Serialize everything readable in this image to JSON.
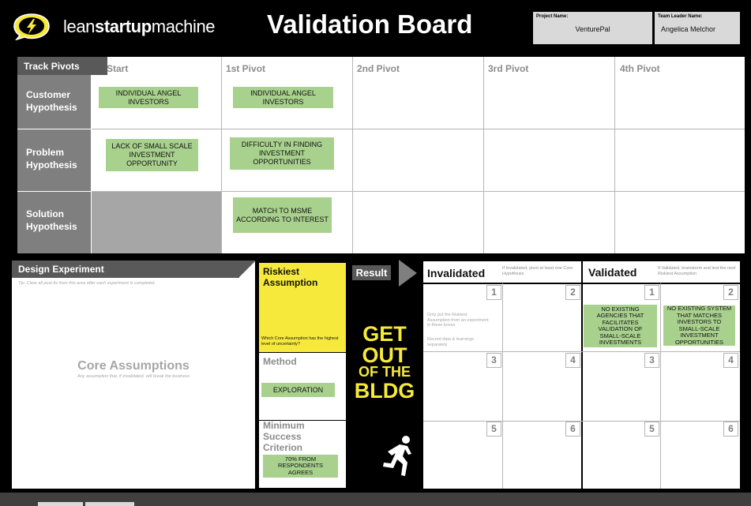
{
  "header": {
    "logo_prefix": "lean",
    "logo_bold": "startup",
    "logo_suffix": "machine",
    "title": "Validation Board",
    "project_label": "Project Name:",
    "project_value": "VenturePal",
    "leader_label": "Team Leader Name:",
    "leader_value": "Angelica Melchor"
  },
  "pivots": {
    "section_label": "Track Pivots",
    "columns": [
      "Start",
      "1st Pivot",
      "2nd Pivot",
      "3rd Pivot",
      "4th Pivot"
    ],
    "rows": [
      {
        "label_line1": "Customer",
        "label_line2": "Hypothesis"
      },
      {
        "label_line1": "Problem",
        "label_line2": "Hypothesis"
      },
      {
        "label_line1": "Solution",
        "label_line2": "Hypothesis"
      }
    ],
    "stickies": {
      "customer_start": "INDIVIDUAL ANGEL INVESTORS",
      "customer_pivot1": "INDIVIDUAL ANGEL INVESTORS",
      "problem_start": "LACK OF SMALL SCALE INVESTMENT OPPORTUNITY",
      "problem_pivot1": "DIFFICULTY IN FINDING INVESTMENT OPPORTUNITIES",
      "solution_pivot1": "MATCH TO MSME ACCORDING TO INTEREST"
    }
  },
  "design": {
    "section_label": "Design Experiment",
    "tip": "Tip: Clear all post-its from this area after each experiment is completed.",
    "core_title": "Core Assumptions",
    "core_subtitle": "Any assumption that, if invalidated, will break the business"
  },
  "experiment": {
    "riskiest_line1": "Riskiest",
    "riskiest_line2": "Assumption",
    "riskiest_question": "Which Core Assumption has the highest level of uncertainty?",
    "method_title": "Method",
    "method_sticky": "EXPLORATION",
    "msc_line1": "Minimum",
    "msc_line2": "Success",
    "msc_line3": "Criterion",
    "msc_sticky": "70% FROM RESPONDENTS AGREES"
  },
  "result": {
    "label": "Result",
    "gob_line1": "GET",
    "gob_line2": "OUT",
    "gob_line3": "OF THE",
    "gob_line4": "BLDG",
    "runner_icon": "running-man-icon"
  },
  "results_grid": {
    "invalidated_title": "Invalidated",
    "invalidated_note": "If Invalidated, pivot at least one Core Hypothesis",
    "validated_title": "Validated",
    "validated_note": "If Validated, brainstorm and test the next Riskiest Assumption",
    "instructions_1": "Only put the Riskiest Assumption from an experiment in these boxes",
    "instructions_2": "Record data & learnings separately",
    "numbers": [
      "1",
      "2",
      "3",
      "4",
      "5",
      "6"
    ],
    "validated_sticky_1": "NO EXISTING AGENCIES THAT FACILITATES VALIDATION OF SMALL-SCALE INVESTMENTS",
    "validated_sticky_2": "NO EXISTING SYSTEM THAT MATCHES INVESTORS TO SMALL-SCALE INVESTMENT OPPORTUNITIES"
  },
  "colors": {
    "sticky_green": "#a9d18e",
    "highlight_yellow": "#f7e93b",
    "header_gray": "#595959"
  }
}
